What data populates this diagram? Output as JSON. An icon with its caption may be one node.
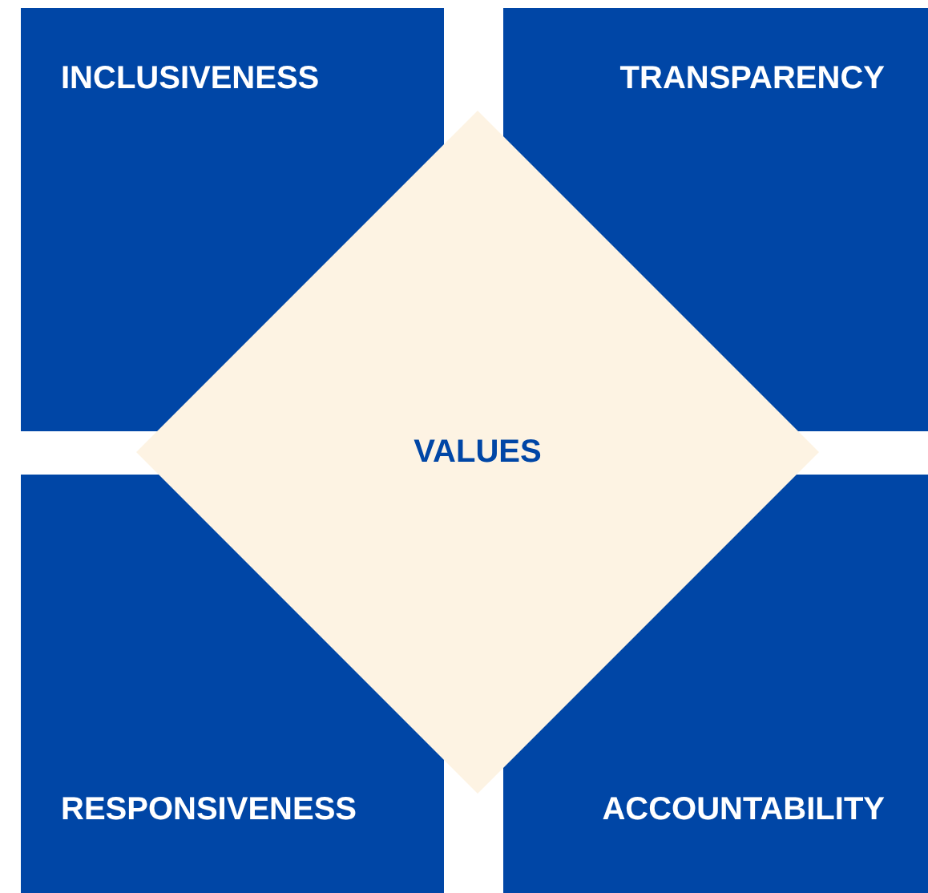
{
  "diagram": {
    "nodes": [
      {
        "text": [
          "INCLUSIVENESS"
        ]
      },
      {
        "text": [
          "TRANSPARENCY"
        ]
      },
      {
        "text": [
          "RESPONSIVENESS"
        ]
      },
      {
        "text": [
          "ACCOUNTABILITY"
        ]
      },
      {
        "text": [
          "VALUES"
        ]
      }
    ]
  }
}
